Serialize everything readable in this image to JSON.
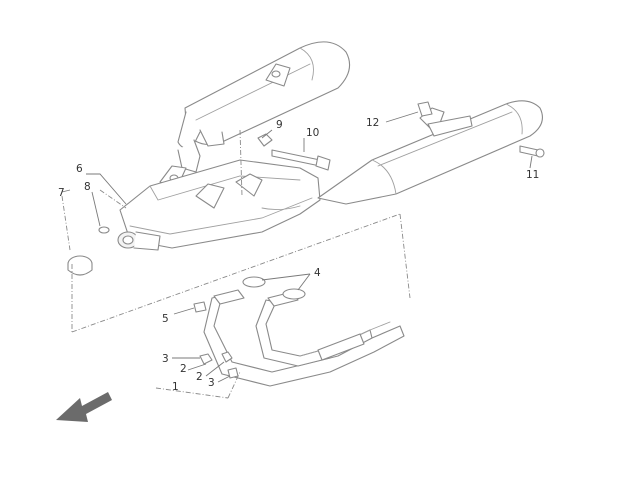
{
  "callouts": {
    "c1": "1",
    "c2a": "2",
    "c2b": "2",
    "c3a": "3",
    "c3b": "3",
    "c4": "4",
    "c5": "5",
    "c6": "6",
    "c7": "7",
    "c8": "8",
    "c9": "9",
    "c10": "10",
    "c11": "11",
    "c12": "12"
  },
  "colors": {
    "line": "#8a8a8a",
    "text": "#333333",
    "arrow": "#6b6b6b",
    "background": "#ffffff"
  },
  "icons": {
    "orientation": "front-direction-arrow-icon"
  }
}
